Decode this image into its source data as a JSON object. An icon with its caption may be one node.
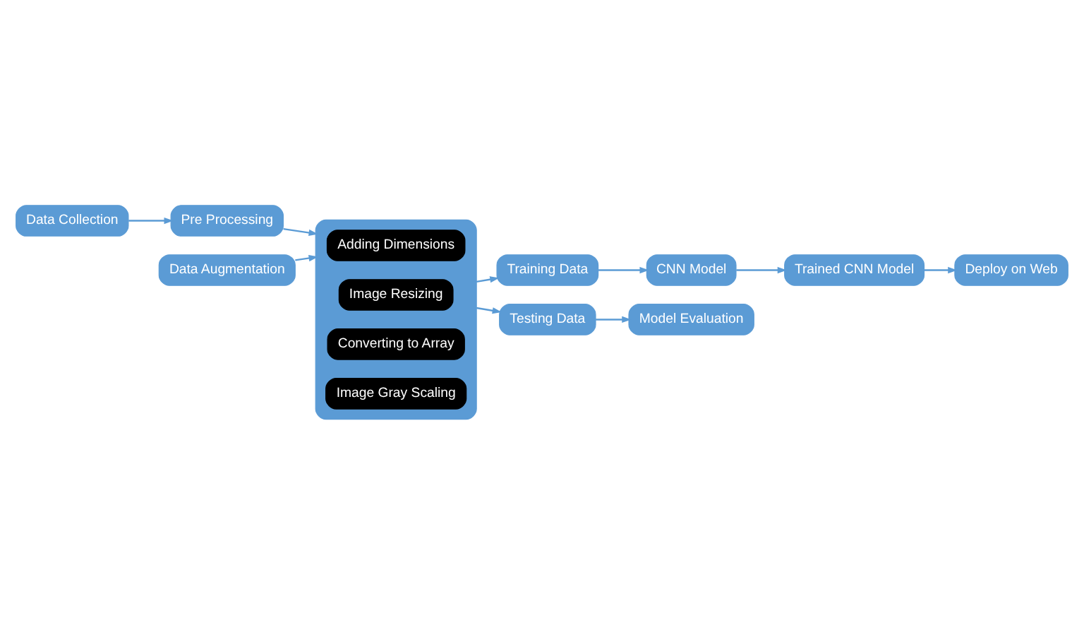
{
  "diagram": {
    "nodes": [
      {
        "text": [
          "Data Collection"
        ]
      },
      {
        "text": [
          "Pre Processing"
        ]
      },
      {
        "text": [],
        "shape": "box"
      },
      {
        "text": [
          "Image Gray Scaling"
        ],
        "in": 2
      },
      {
        "text": [
          "Converting to Array"
        ],
        "in": 2
      },
      {
        "text": [
          "Image Resizing"
        ],
        "in": 2
      },
      {
        "text": [
          "Adding Dimensions"
        ],
        "in": 2
      },
      {
        "text": [
          "Training Data"
        ]
      },
      {
        "text": [
          "Testing Data"
        ]
      },
      {
        "text": [
          "CNN Model"
        ]
      },
      {
        "text": [
          "Trained CNN Model"
        ]
      },
      {
        "text": [
          "Deploy on Web"
        ]
      },
      {
        "text": [
          "Model Evaluation"
        ]
      },
      {
        "text": [
          "Data Augmentation"
        ]
      }
    ],
    "edges": [
      {
        "from": 0,
        "to": 1,
        "arrow": "to"
      },
      {
        "from": 1,
        "to": 2,
        "arrow": "to"
      },
      {
        "from": 2,
        "to": 7,
        "arrow": "to"
      },
      {
        "from": 2,
        "to": 8,
        "arrow": "to"
      },
      {
        "from": 7,
        "to": 9,
        "arrow": "to"
      },
      {
        "from": 9,
        "to": 10,
        "arrow": "to"
      },
      {
        "from": 10,
        "to": 11,
        "arrow": "to"
      },
      {
        "from": 8,
        "to": 12,
        "arrow": "to"
      },
      {
        "from": 13,
        "to": 2,
        "arrow": "to"
      }
    ]
  }
}
